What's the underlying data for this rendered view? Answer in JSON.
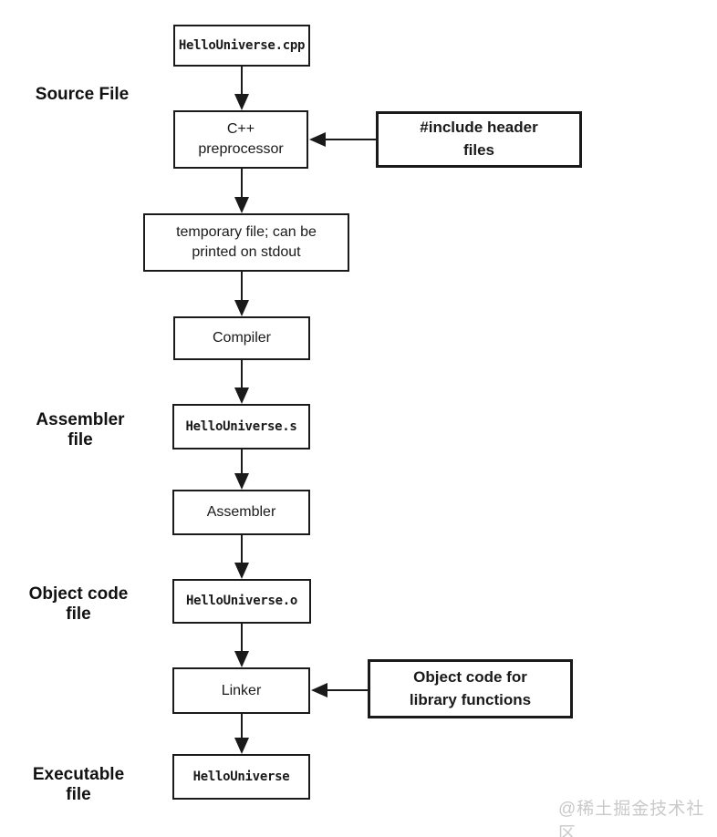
{
  "diagram": {
    "stage_labels": {
      "source": "Source File",
      "assembler": "Assembler\nfile",
      "object": "Object code\nfile",
      "executable": "Executable\nfile"
    },
    "nodes": {
      "file_cpp": "HelloUniverse.cpp",
      "preprocessor": "C++\npreprocessor",
      "temp_file": "temporary file; can be\nprinted on stdout",
      "compiler": "Compiler",
      "file_s": "HelloUniverse.s",
      "assembler": "Assembler",
      "file_o": "HelloUniverse.o",
      "linker": "Linker",
      "file_exe": "HelloUniverse"
    },
    "side_nodes": {
      "include_headers": "#include header\nfiles",
      "object_library": "Object code for\nlibrary functions"
    },
    "watermark": "@稀土掘金技术社区",
    "colors": {
      "line": "#1a1a1a",
      "text": "#1a1a1a",
      "background": "#ffffff",
      "watermark": "#c9c9c9"
    }
  }
}
